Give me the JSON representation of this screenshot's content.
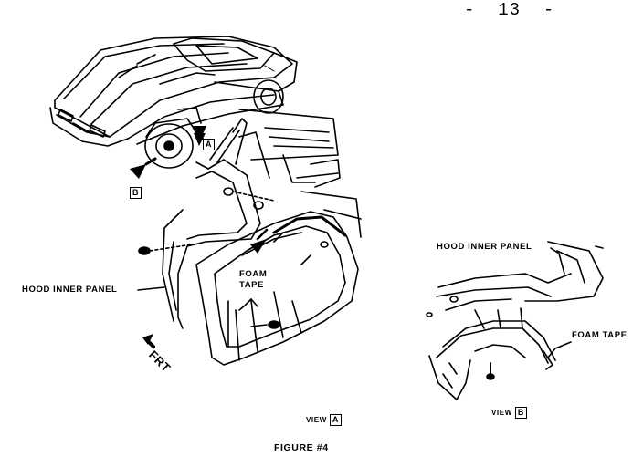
{
  "page_number": "-  13  -",
  "labels": {
    "hood_inner_panel_main": "HOOD INNER PANEL",
    "foam_tape_main_line1": "FOAM",
    "foam_tape_main_line2": "TAPE",
    "hood_inner_panel_detail": "HOOD INNER PANEL",
    "foam_tape_detail": "FOAM TAPE",
    "front_arrow": "FRT",
    "view_a_word": "VIEW",
    "view_a_letter": "A",
    "view_b_word": "VIEW",
    "view_b_letter": "B",
    "callout_a": "A",
    "callout_b": "B",
    "figure_caption": "FIGURE #4"
  }
}
